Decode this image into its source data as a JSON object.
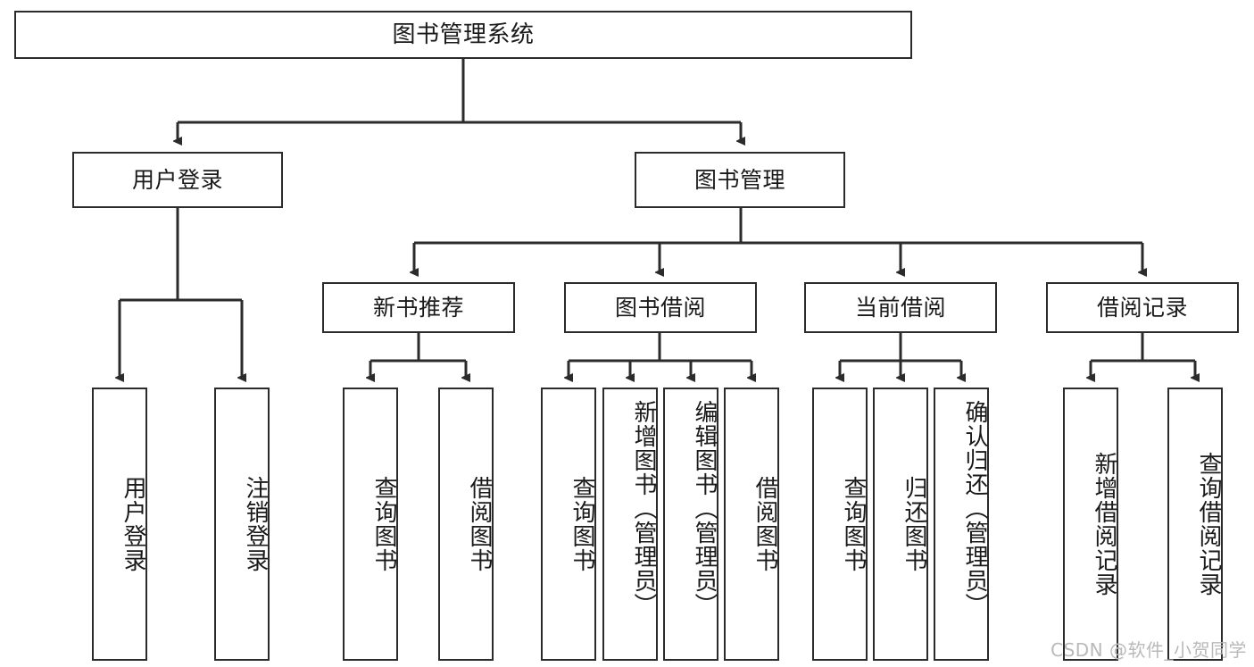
{
  "diagram": {
    "type": "hierarchy-tree",
    "title": "图书管理系统",
    "watermark": "CSDN @软件_小贺同学",
    "colors": {
      "background": "#ffffff",
      "box_border": "#2b2b2b",
      "connector": "#2b2b2b",
      "text": "#1a1a1a",
      "watermark": "#b9b9b9"
    },
    "levels": {
      "level0": "图书管理系统",
      "level1": [
        "用户登录",
        "图书管理"
      ],
      "level2": [
        "新书推荐",
        "图书借阅",
        "当前借阅",
        "借阅记录"
      ]
    },
    "nodes": {
      "root": {
        "label": "图书管理系统"
      },
      "user_login": {
        "label": "用户登录"
      },
      "book_manage": {
        "label": "图书管理"
      },
      "new_book_rec": {
        "label": "新书推荐"
      },
      "book_borrow": {
        "label": "图书借阅"
      },
      "current_borrow": {
        "label": "当前借阅"
      },
      "borrow_record": {
        "label": "借阅记录"
      }
    },
    "leaves": {
      "user_login_children": [
        {
          "label": "用户登录"
        },
        {
          "label": "注销登录"
        }
      ],
      "new_book_rec_children": [
        {
          "label": "查询图书"
        },
        {
          "label": "借阅图书"
        }
      ],
      "book_borrow_children": [
        {
          "label": "查询图书"
        },
        {
          "label": "新增图书（管理员）"
        },
        {
          "label": "编辑图书（管理员）"
        },
        {
          "label": "借阅图书"
        }
      ],
      "current_borrow_children": [
        {
          "label": "查询图书"
        },
        {
          "label": "归还图书"
        },
        {
          "label": "确认归还（管理员）"
        }
      ],
      "borrow_record_children": [
        {
          "label": "新增借阅记录"
        },
        {
          "label": "查询借阅记录"
        }
      ]
    }
  }
}
